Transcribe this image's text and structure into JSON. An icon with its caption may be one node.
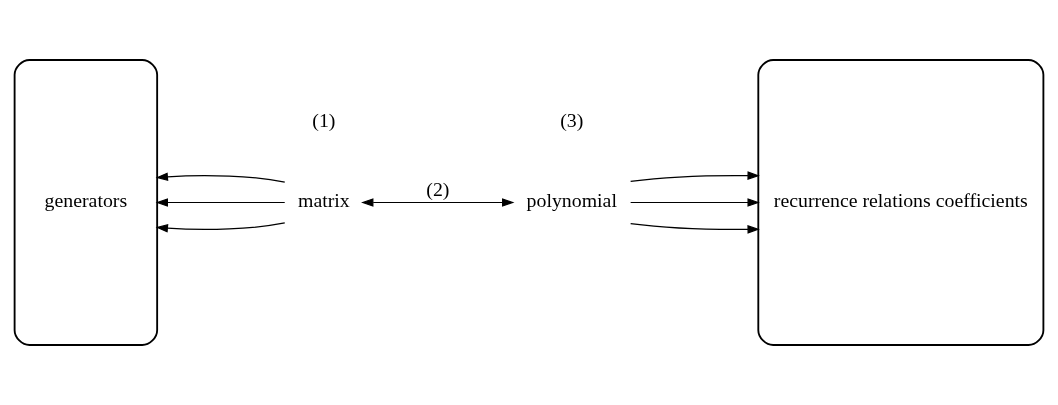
{
  "diagram": {
    "nodes": [
      {
        "text": [
          "generators"
        ]
      },
      {
        "text": [
          "matrix"
        ]
      },
      {
        "text": [
          "polynomial"
        ]
      },
      {
        "text": [
          "recurrence relations coefficients"
        ]
      }
    ],
    "edges": [
      {
        "from": 1,
        "to": 0,
        "arrow": "to"
      },
      {
        "from": 1,
        "to": 0,
        "arrow": "to"
      },
      {
        "from": 1,
        "to": 0,
        "arrow": "to"
      },
      {
        "from": 1,
        "to": 2,
        "arrow": "both",
        "label": "(2)"
      },
      {
        "from": 2,
        "to": 3,
        "arrow": "to"
      },
      {
        "from": 2,
        "to": 3,
        "arrow": "to"
      },
      {
        "from": 2,
        "to": 3,
        "arrow": "to"
      }
    ],
    "labels": [
      "(1)",
      "(3)"
    ]
  }
}
